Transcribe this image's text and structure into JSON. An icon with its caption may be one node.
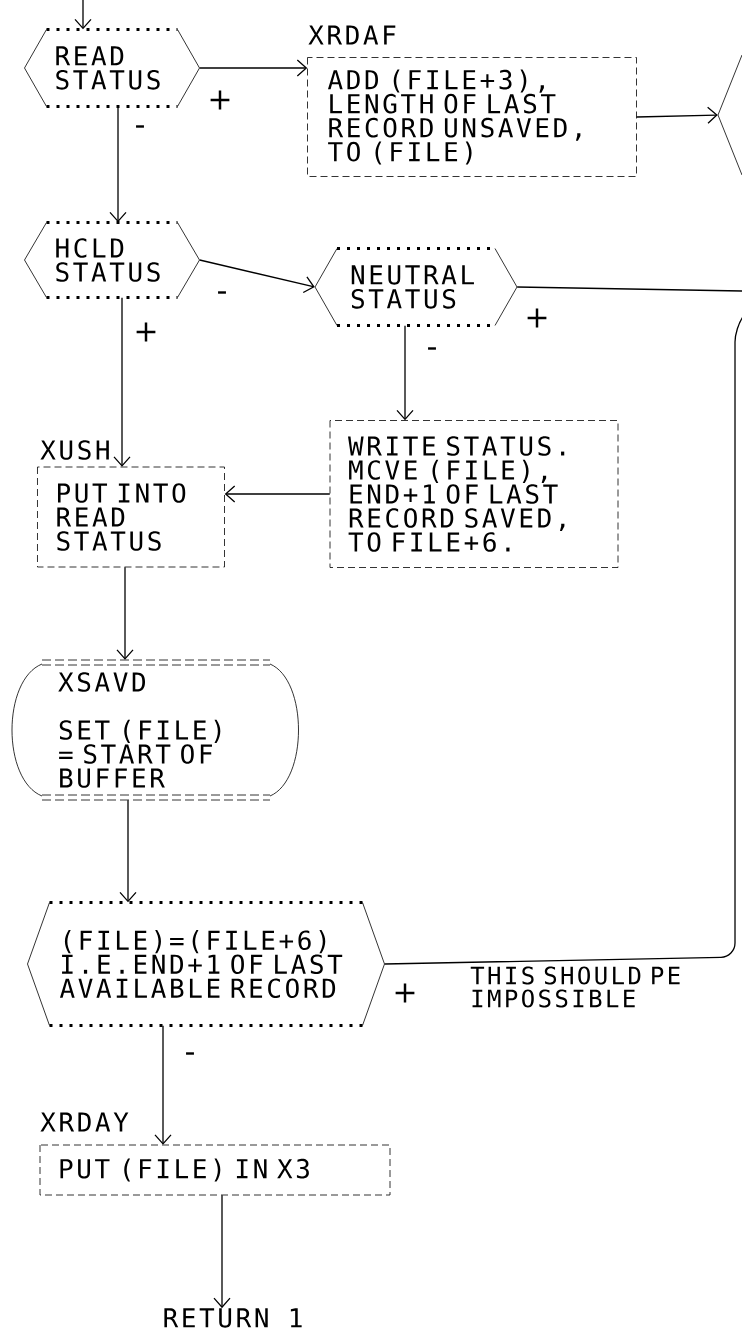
{
  "diagram": {
    "nodes": [
      {
        "text": [
          "READ STATUS"
        ]
      },
      {
        "text": [
          "ADD (FILE+3), LENGTH OF LAST RECORD UNSAVED, TO (FILE)"
        ],
        "beside": [
          "XRDAF"
        ]
      },
      {
        "text": [],
        "shape": "hexagon"
      },
      {
        "text": [
          "HCLD STATUS"
        ]
      },
      {
        "text": [
          "NEUTRAL STATUS"
        ]
      },
      {
        "text": [
          "PUT INTO READ STATUS"
        ],
        "beside": [
          "XUSH"
        ]
      },
      {
        "text": [
          "WRITE STATUS. MCVE (FILE), END+1 OF LAST RECORD SAVED, TO FILE+6."
        ]
      },
      {
        "text": [
          "XSAVD",
          "SET (FILE) = START OF BUFFER"
        ]
      },
      {
        "text": [
          "(FILE)=(FILE+6) I.E.END+1 OF LAST AVAILABLE RECORD"
        ]
      },
      {
        "text": [
          "PUT (FILE) IN X3"
        ],
        "beside": [
          "XRDAY"
        ]
      },
      {
        "text": [
          "RETURN 1"
        ]
      }
    ],
    "edges": [
      {
        "from": null,
        "to": 0,
        "arrow": "to"
      },
      {
        "from": 0,
        "to": 1,
        "arrow": "to",
        "label": "+"
      },
      {
        "from": 1,
        "to": 2,
        "arrow": "to"
      },
      {
        "from": 0,
        "to": 3,
        "arrow": "to",
        "label": "-"
      },
      {
        "from": 3,
        "to": 4,
        "arrow": "to",
        "label": "-"
      },
      {
        "from": 3,
        "to": 5,
        "arrow": "to",
        "label": "+"
      },
      {
        "from": 4,
        "to": null,
        "arrow": "none",
        "label": "+"
      },
      {
        "from": 4,
        "to": 6,
        "arrow": "to",
        "label": "-"
      },
      {
        "from": 6,
        "to": 5,
        "arrow": "to"
      },
      {
        "from": 5,
        "to": 7,
        "arrow": "to"
      },
      {
        "from": 7,
        "to": 8,
        "arrow": "to"
      },
      {
        "from": 8,
        "to": null,
        "arrow": "none",
        "label": "+"
      },
      {
        "from": 8,
        "to": 9,
        "arrow": "to",
        "label": "-"
      },
      {
        "from": 9,
        "to": 10,
        "arrow": "to"
      }
    ],
    "labels": [
      "THIS SHOULD PE IMPOSSIBLE"
    ]
  }
}
